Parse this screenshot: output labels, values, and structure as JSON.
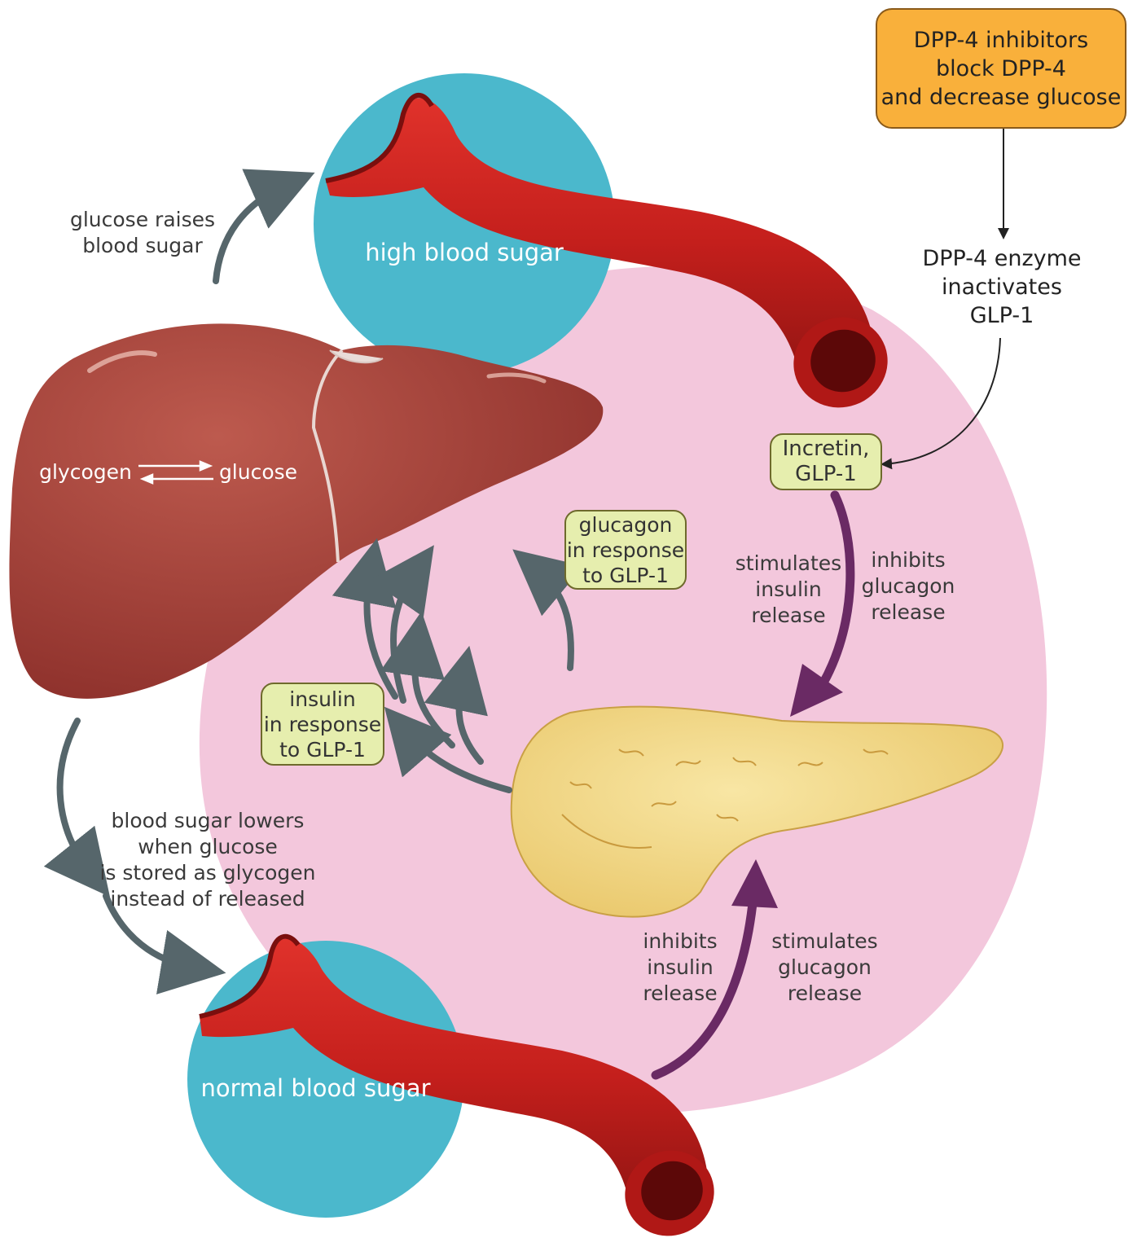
{
  "labels": {
    "dpp4_inhibitors": "DPP-4 inhibitors\nblock DPP-4\nand decrease glucose",
    "dpp4_enzyme": "DPP-4 enzyme\ninactivates\nGLP-1",
    "incretin": "Incretin,\nGLP-1",
    "glucose_raises": "glucose raises\nblood sugar",
    "high_blood_sugar": "high blood sugar",
    "glycogen": "glycogen",
    "glucose": "glucose",
    "glucagon_response": "glucagon\nin response\nto GLP-1",
    "insulin_response": "insulin\nin response\nto GLP-1",
    "stimulates_insulin": "stimulates\ninsulin\nrelease",
    "inhibits_glucagon": "inhibits\nglucagon\nrelease",
    "blood_sugar_lowers": "blood sugar lowers\nwhen glucose\nis stored as glycogen\ninstead of released",
    "inhibits_insulin": "inhibits\ninsulin\nrelease",
    "stimulates_glucagon": "stimulates\nglucagon\nrelease",
    "normal_blood_sugar": "normal blood sugar"
  },
  "colors": {
    "pink_region": "#f3c7dc",
    "blue_circle": "#4bb8cc",
    "vessel": "#c9201e",
    "liver": "#a8423a",
    "pancreas": "#f3dc8a",
    "gray_arrow": "#56666b",
    "purple_arrow": "#6a2a64",
    "orange_box": "#f9b03b",
    "green_box": "#e6eeae"
  }
}
